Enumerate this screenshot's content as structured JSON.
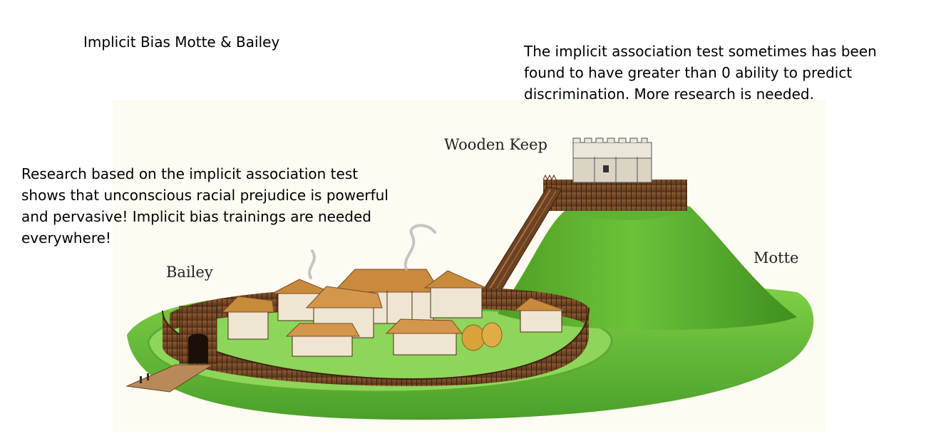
{
  "slide": {
    "title": "Implicit Bias Motte & Bailey",
    "motte_claim": "The implicit association test sometimes has been found to have greater than 0 ability to predict discrimination.  More research is needed.",
    "bailey_claim": "Research based on the implicit association test shows that unconscious racial prejudice is powerful and pervasive! Implicit bias trainings are needed everywhere!"
  },
  "illustration": {
    "labels": {
      "keep": "Wooden Keep",
      "bailey": "Bailey",
      "motte": "Motte"
    },
    "colors": {
      "background": "#fdfbf2",
      "grass": "#6cc23a",
      "grass_dark": "#3f8f1e",
      "wood": "#7a4a28",
      "wood_dark": "#4e2c14",
      "thatch": "#c98a3b",
      "wall_plaster": "#eee6d2",
      "keep_stone": "#d9d4c4"
    }
  }
}
